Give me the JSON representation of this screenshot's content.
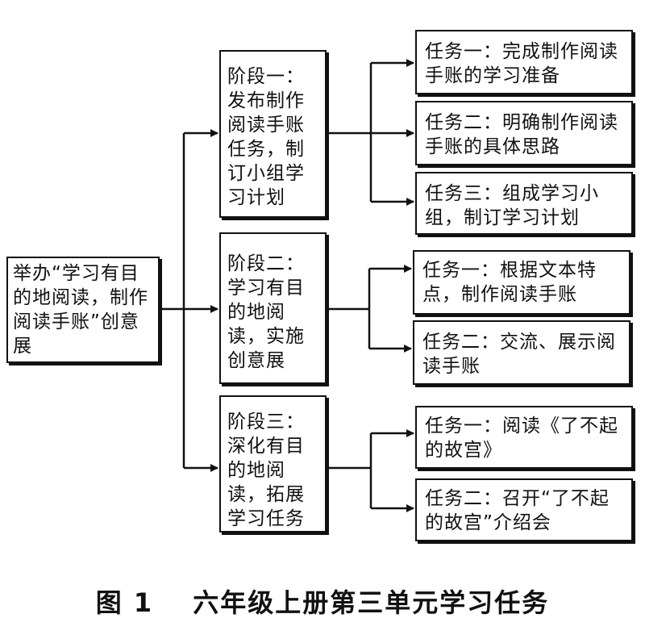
{
  "root": {
    "text": "举办“学习有目的地阅读，制作阅读手账”创意展"
  },
  "stages": [
    {
      "text": "阶段一：发布制作阅读手账任务，制订小组学习计划",
      "tasks": [
        "任务一：完成制作阅读手账的学习准备",
        "任务二：明确制作阅读手账的具体思路",
        "任务三：组成学习小组，制订学习计划"
      ]
    },
    {
      "text": "阶段二：学习有目的地阅读，实施创意展",
      "tasks": [
        "任务一：根据文本特点，制作阅读手账",
        "任务二：交流、展示阅读手账"
      ]
    },
    {
      "text": "阶段三：深化有目的地阅读，拓展学习任务",
      "tasks": [
        "任务一：阅读《了不起的故宫》",
        "任务二：召开“了不起的故宫”介绍会"
      ]
    }
  ],
  "caption": {
    "figure": "图 1",
    "title": "六年级上册第三单元学习任务"
  }
}
